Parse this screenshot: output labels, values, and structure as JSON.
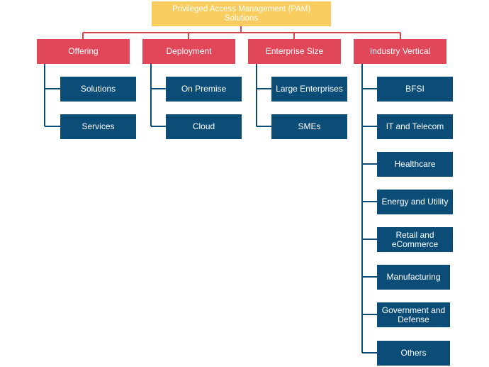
{
  "root": {
    "label": "Privileged Access Management (PAM)\nSolutions"
  },
  "categories": [
    {
      "label": "Offering",
      "children": [
        "Solutions",
        "Services"
      ]
    },
    {
      "label": "Deployment",
      "children": [
        "On Premise",
        "Cloud"
      ]
    },
    {
      "label": "Enterprise Size",
      "children": [
        "Large Enterprises",
        "SMEs"
      ]
    },
    {
      "label": "Industry Vertical",
      "children": [
        "BFSI",
        "IT and Telecom",
        "Healthcare",
        "Energy and Utility",
        "Retail and eCommerce",
        "Manufacturing",
        "Government and Defense",
        "Others"
      ]
    }
  ],
  "colors": {
    "root": "#f9cc5f",
    "category": "#e0485a",
    "leaf": "#0c4d78",
    "connector_top": "#d9434f",
    "connector_leaf": "#0c4d78"
  }
}
